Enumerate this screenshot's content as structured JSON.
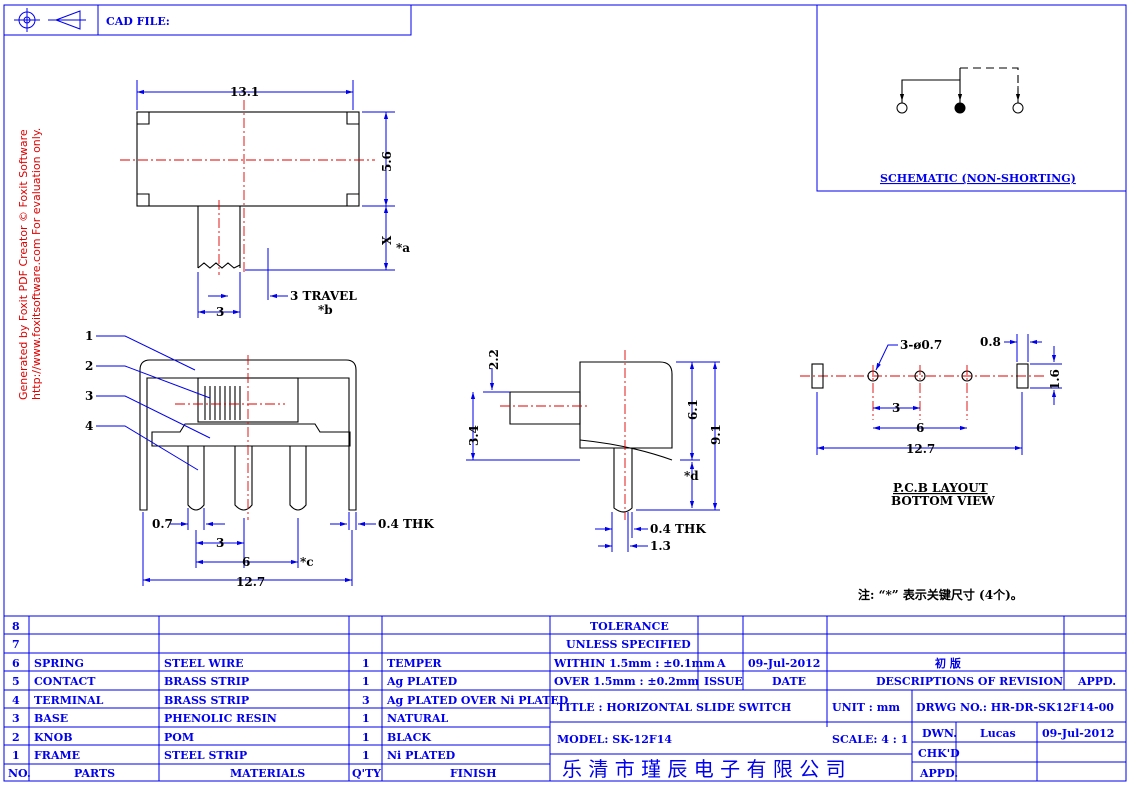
{
  "header": {
    "cad_file_label": "CAD FILE:",
    "projection_icon": "projection-symbol-icon"
  },
  "watermark": {
    "line1": "Generated by Foxit PDF Creator © Foxit Software",
    "line2": "http://www.foxitsoftware.com   For evaluation only."
  },
  "schematic": {
    "label": "SCHEMATIC (NON-SHORTING)"
  },
  "top_view": {
    "width": "13.1",
    "height": "5.6",
    "x_dim": "X",
    "x_note": "*a",
    "knob_width": "3",
    "travel": "3 TRAVEL",
    "travel_note": "*b"
  },
  "front_view": {
    "callouts": [
      "1",
      "2",
      "3",
      "4"
    ],
    "pin_width": "0.7",
    "thickness": "0.4 THK",
    "pitch": "3",
    "span": "6",
    "span_note": "*c",
    "overall": "12.7"
  },
  "side_view": {
    "dim_22": "2.2",
    "dim_34": "3.4",
    "dim_61": "6.1",
    "dim_91": "9.1",
    "note_d": "*d",
    "thickness": "0.4 THK",
    "dim_13": "1.3"
  },
  "pcb": {
    "holes": "3-ø0.7",
    "slot_width": "0.8",
    "slot_height": "1.6",
    "pitch": "3",
    "span": "6",
    "overall": "12.7",
    "label1": "P.C.B LAYOUT",
    "label2": "BOTTOM VIEW"
  },
  "note": "注: “*” 表示关键尺寸 (4个)。",
  "bom": {
    "rows": [
      {
        "no": "8",
        "part": "",
        "material": "",
        "qty": "",
        "finish": ""
      },
      {
        "no": "7",
        "part": "",
        "material": "",
        "qty": "",
        "finish": ""
      },
      {
        "no": "6",
        "part": "SPRING",
        "material": "STEEL WIRE",
        "qty": "1",
        "finish": "TEMPER"
      },
      {
        "no": "5",
        "part": "CONTACT",
        "material": "BRASS STRIP",
        "qty": "1",
        "finish": "Ag PLATED"
      },
      {
        "no": "4",
        "part": "TERMINAL",
        "material": "BRASS STRIP",
        "qty": "3",
        "finish": "Ag PLATED OVER Ni PLATED"
      },
      {
        "no": "3",
        "part": "BASE",
        "material": "PHENOLIC RESIN",
        "qty": "1",
        "finish": "NATURAL"
      },
      {
        "no": "2",
        "part": "KNOB",
        "material": "POM",
        "qty": "1",
        "finish": "BLACK"
      },
      {
        "no": "1",
        "part": "FRAME",
        "material": "STEEL STRIP",
        "qty": "1",
        "finish": "Ni PLATED"
      }
    ],
    "header": {
      "no": "NO.",
      "part": "PARTS",
      "material": "MATERIALS",
      "qty": "Q'TY",
      "finish": "FINISH"
    }
  },
  "title_block": {
    "tolerance1": "TOLERANCE",
    "tolerance2": "UNLESS  SPECIFIED",
    "within": "WITHIN 1.5mm : ±0.1mm",
    "over": "OVER  1.5mm : ±0.2mm",
    "issue_value": "A",
    "issue_date": "09-Jul-2012",
    "revision_text": "初 版",
    "issue_label": "ISSUE",
    "date_label": "DATE",
    "desc_label": "DESCRIPTIONS OF REVISION",
    "appd_label": "APPD.",
    "title": "TITLE :  HORIZONTAL SLIDE SWITCH",
    "unit": "UNIT :  mm",
    "drwg": "DRWG NO.:  HR-DR-SK12F14-00",
    "model": "MODEL:  SK-12F14",
    "scale": "SCALE:  4 : 1",
    "dwn_label": "DWN.",
    "dwn_name": "Lucas",
    "dwn_date": "09-Jul-2012",
    "chkd_label": "CHK'D",
    "appd2_label": "APPD.",
    "company": "乐 清 市 瑾 辰 电 子 有 限 公 司"
  }
}
